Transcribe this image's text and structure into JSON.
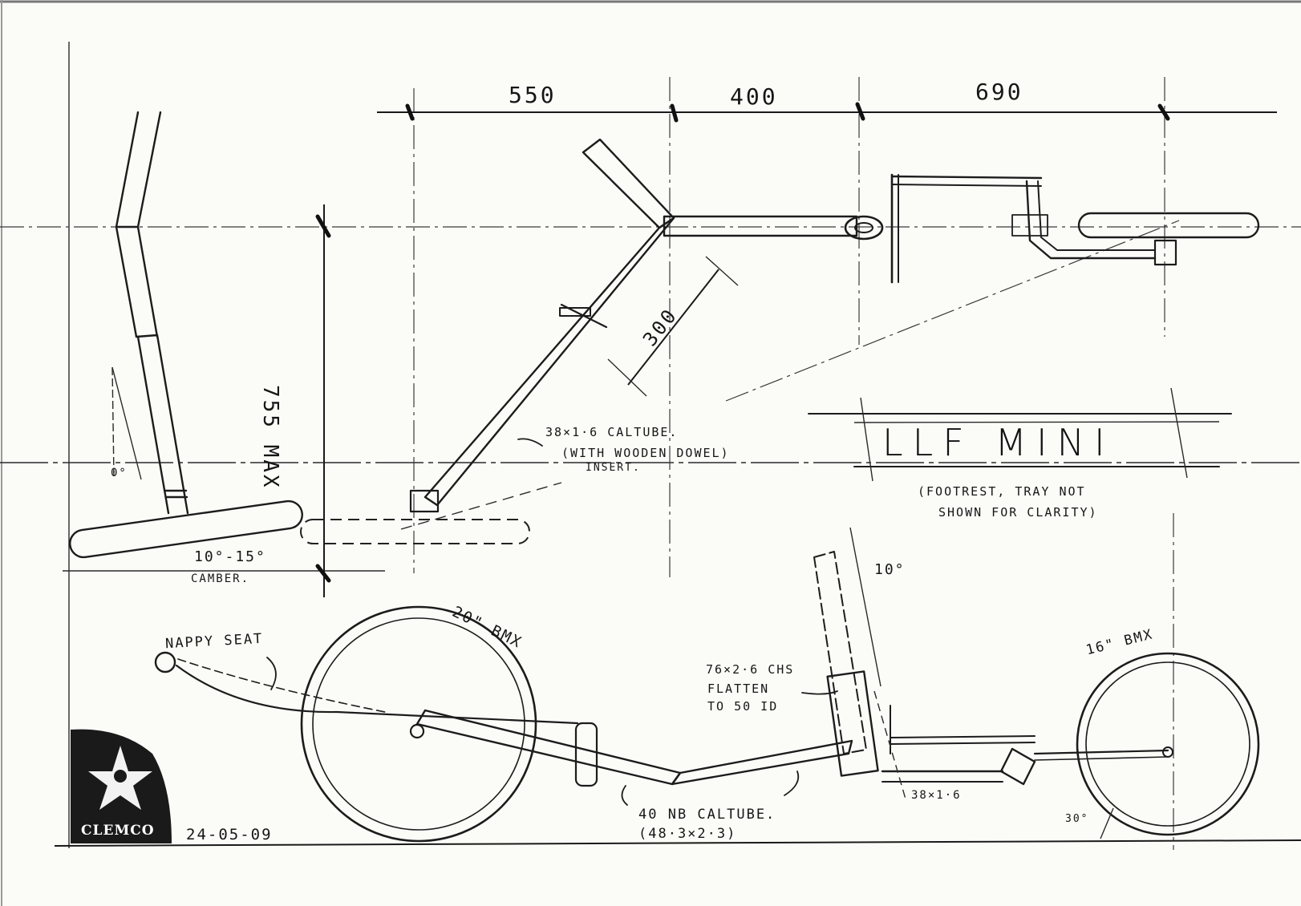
{
  "title": "LLF MINI",
  "title_note": [
    "(FOOTREST, TRAY NOT",
    "SHOWN FOR CLARITY)"
  ],
  "dimensions": {
    "top_550": "550",
    "top_400": "400",
    "top_690": "690",
    "height_755": "755 MAX",
    "boom_300": "300"
  },
  "angle_labels": {
    "zero_deg": "0°",
    "camber": "10°-15°",
    "camber_word": "CAMBER.",
    "head_angle": "10°",
    "rear_angle": "30°"
  },
  "annotations": {
    "caltube_main": "38×1·6 CALTUBE.",
    "dowel_line1": "(WITH WOODEN DOWEL)",
    "dowel_line2": "INSERT.",
    "nappy_seat": "NAPPY SEAT",
    "wheel_20": "20\" BMX",
    "wheel_16": "16\" BMX",
    "chs_line1": "76×2·6 CHS",
    "chs_line2": "FLATTEN",
    "chs_line3": "TO 50 ID",
    "caltube_40_line1": "40 NB CALTUBE.",
    "caltube_40_line2": "(48·3×2·3)",
    "tube_38": "38×1·6"
  },
  "logo_text": "CLEMCO",
  "date": "24-05-09",
  "colors": {
    "ink": "#1c1c1c",
    "paper": "#fbfbf8",
    "logo_bg": "#1a1a1a"
  }
}
